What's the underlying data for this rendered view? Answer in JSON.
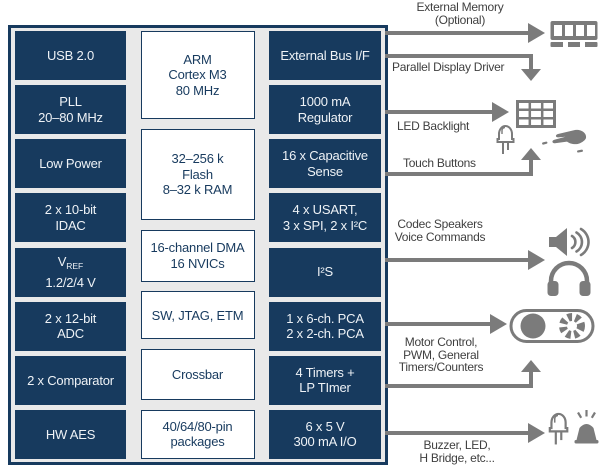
{
  "diagram": {
    "colors": {
      "navy": "#173a5e",
      "box_background": "#e9e9e9",
      "arrow_gray": "#7b7b7b",
      "annotation_text": "#3f3f3f",
      "block_text_light": "#eef2f6"
    },
    "soc": {
      "left": [
        {
          "name": "usb",
          "lines": [
            [
              {
                "t": "USB 2.0"
              }
            ]
          ]
        },
        {
          "name": "pll",
          "lines": [
            [
              {
                "t": "PLL"
              }
            ],
            [
              {
                "t": "20–80 MHz"
              }
            ]
          ]
        },
        {
          "name": "low-power",
          "lines": [
            [
              {
                "t": "Low Power"
              }
            ]
          ]
        },
        {
          "name": "idac",
          "lines": [
            [
              {
                "t": "2 x 10-bit"
              }
            ],
            [
              {
                "t": "IDAC"
              }
            ]
          ]
        },
        {
          "name": "vref",
          "lines": [
            [
              {
                "t": "V"
              },
              {
                "t": "REF",
                "v": "sub"
              }
            ],
            [
              {
                "t": "1.2/2/4 V"
              }
            ]
          ]
        },
        {
          "name": "adc",
          "lines": [
            [
              {
                "t": "2 x 12-bit"
              }
            ],
            [
              {
                "t": "ADC"
              }
            ]
          ]
        },
        {
          "name": "comparator",
          "lines": [
            [
              {
                "t": "2 x Comparator"
              }
            ]
          ]
        },
        {
          "name": "hw-aes",
          "lines": [
            [
              {
                "t": "HW AES"
              }
            ]
          ]
        }
      ],
      "middle": [
        {
          "name": "arm-core",
          "h": 88,
          "lines": [
            [
              {
                "t": "ARM"
              }
            ],
            [
              {
                "t": "Cortex M3"
              }
            ],
            [
              {
                "t": "80 MHz"
              }
            ]
          ]
        },
        {
          "name": "memory",
          "h": 91,
          "lines": [
            [
              {
                "t": "32–256 k"
              }
            ],
            [
              {
                "t": "Flash"
              }
            ],
            [
              {
                "t": "8–32 k RAM"
              }
            ]
          ]
        },
        {
          "name": "dma",
          "h": 52,
          "lines": [
            [
              {
                "t": "16-channel DMA"
              }
            ],
            [
              {
                "t": "16 NVICs"
              }
            ]
          ]
        },
        {
          "name": "debug",
          "h": 48,
          "lines": [
            [
              {
                "t": "SW, JTAG, ETM"
              }
            ]
          ]
        },
        {
          "name": "crossbar",
          "h": 51,
          "lines": [
            [
              {
                "t": "Crossbar"
              }
            ]
          ]
        },
        {
          "name": "packages",
          "h": 49,
          "lines": [
            [
              {
                "t": "40/64/80-pin"
              }
            ],
            [
              {
                "t": "packages"
              }
            ]
          ]
        }
      ],
      "right": [
        {
          "name": "external-bus",
          "lines": [
            [
              {
                "t": "External Bus I/F"
              }
            ]
          ]
        },
        {
          "name": "regulator",
          "lines": [
            [
              {
                "t": "1000 mA"
              }
            ],
            [
              {
                "t": "Regulator"
              }
            ]
          ]
        },
        {
          "name": "cap-sense",
          "lines": [
            [
              {
                "t": "16 x Capacitive"
              }
            ],
            [
              {
                "t": "Sense"
              }
            ]
          ]
        },
        {
          "name": "serial",
          "lines": [
            [
              {
                "t": "4 x USART,"
              }
            ],
            [
              {
                "t": "3 x SPI, 2 x I²C"
              }
            ]
          ]
        },
        {
          "name": "i2s",
          "lines": [
            [
              {
                "t": "I²S"
              }
            ]
          ]
        },
        {
          "name": "pca",
          "lines": [
            [
              {
                "t": "1 x 6-ch. PCA"
              }
            ],
            [
              {
                "t": "2 x 2-ch. PCA"
              }
            ]
          ]
        },
        {
          "name": "timers",
          "lines": [
            [
              {
                "t": "4 Timers +"
              }
            ],
            [
              {
                "t": "LP TImer"
              }
            ]
          ]
        },
        {
          "name": "io",
          "lines": [
            [
              {
                "t": "6 x 5 V"
              }
            ],
            [
              {
                "t": "300 mA I/O"
              }
            ]
          ]
        }
      ]
    },
    "annotations": {
      "external_memory": {
        "line1": "External Memory",
        "line2": "(Optional)"
      },
      "parallel_display": {
        "line1": "Parallel Display Driver"
      },
      "led_backlight": {
        "line1": "LED Backlight"
      },
      "touch_buttons": {
        "line1": "Touch Buttons"
      },
      "codec": {
        "line1": "Codec Speakers",
        "line2": "Voice Commands"
      },
      "motor": {
        "line1": "Motor Control,",
        "line2": "PWM, General",
        "line3": "Timers/Counters"
      },
      "buzzer": {
        "line1": "Buzzer, LED,",
        "line2": "H Bridge, etc..."
      }
    },
    "icons": {
      "memory_module": "memory-module-icon",
      "led_grid": "led-backlight-grid-icon",
      "led_lamp_top": "led-lamp-icon",
      "hand": "hand-gesture-icon",
      "speaker": "speaker-icon",
      "headphones": "headphones-icon",
      "motor": "motor-icon",
      "led_lamp_bottom": "led-lamp-icon",
      "buzzer": "buzzer-icon"
    }
  }
}
